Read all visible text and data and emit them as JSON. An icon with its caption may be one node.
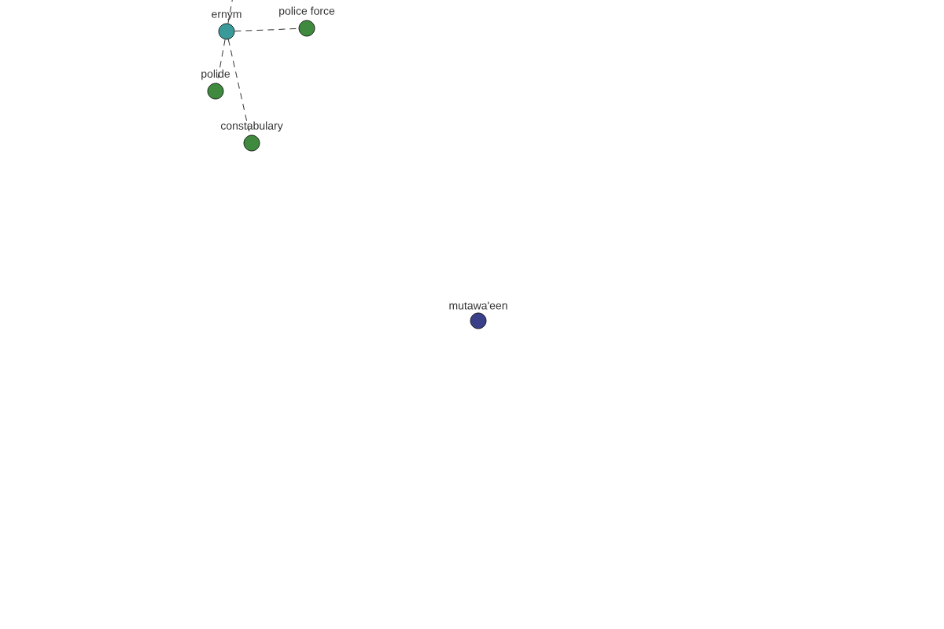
{
  "diagram": {
    "nodes": [
      {
        "text": [
          "ernym"
        ]
      },
      {
        "text": [
          "police force"
        ]
      },
      {
        "text": [
          "polide"
        ]
      },
      {
        "text": [
          "constabulary"
        ]
      },
      {
        "text": [
          "mutawa'een"
        ]
      }
    ],
    "edges": [
      {
        "from": 0,
        "to": null,
        "arrow": "none",
        "style": "dashed"
      },
      {
        "from": 0,
        "to": 1,
        "arrow": "none",
        "style": "dashed"
      },
      {
        "from": 0,
        "to": 2,
        "arrow": "none",
        "style": "dashed"
      },
      {
        "from": 0,
        "to": 3,
        "arrow": "none",
        "style": "dashed"
      }
    ]
  }
}
